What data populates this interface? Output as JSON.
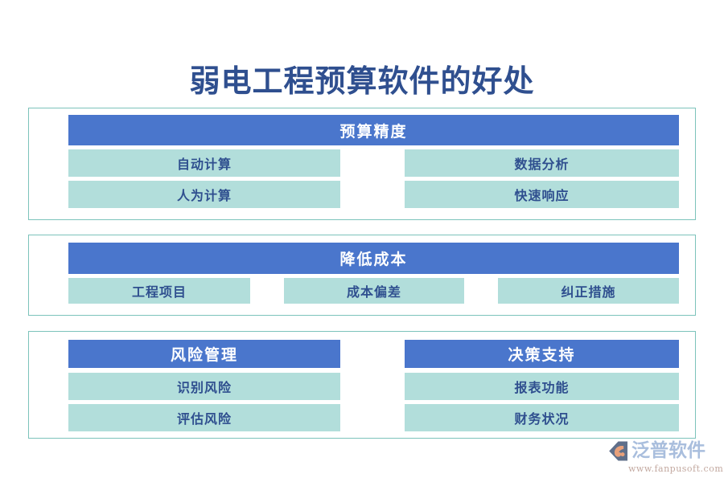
{
  "page": {
    "title": "弱电工程预算软件的好处",
    "background_color": "#ffffff",
    "title_color": "#2f4f8f",
    "header_color": "#4a76cc",
    "item_color": "#b2dedb",
    "card_border_color": "#7cc3bb"
  },
  "cards": [
    {
      "id": "card-1",
      "header": "预算精度",
      "rows": [
        {
          "left": "自动计算",
          "right": "数据分析"
        },
        {
          "left": "人为计算",
          "right": "快速响应"
        }
      ]
    },
    {
      "id": "card-2",
      "header": "降低成本",
      "items": [
        "工程项目",
        "成本偏差",
        "纠正措施"
      ]
    },
    {
      "id": "card-3",
      "columns": [
        {
          "header": "风险管理",
          "items": [
            "识别风险",
            "评估风险"
          ]
        },
        {
          "header": "决策支持",
          "items": [
            "报表功能",
            "财务状况"
          ]
        }
      ]
    }
  ],
  "watermark": {
    "brand": "泛普软件",
    "url": "www.fanpusoft.com",
    "brand_color": "#a9bedd",
    "url_color": "#c3a9a0",
    "mark_color": "#5f6f8a",
    "mark_accent_color": "#e8a07a"
  }
}
